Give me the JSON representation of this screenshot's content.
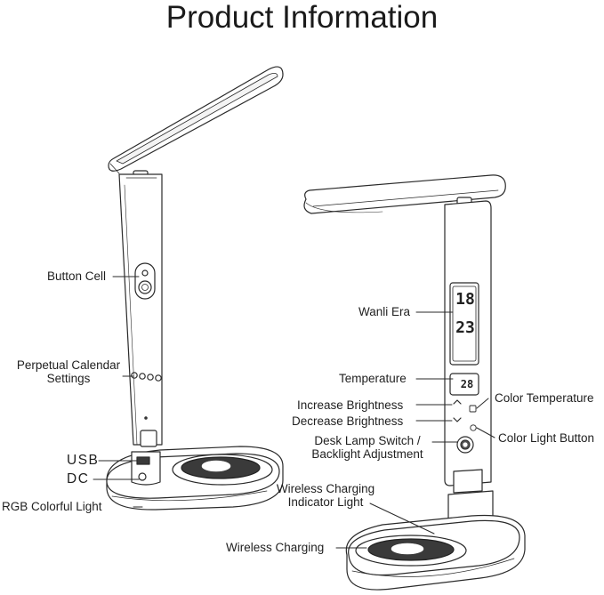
{
  "title": "Product Information",
  "labels": {
    "button_cell": "Button Cell",
    "perpetual_calendar_line1": "Perpetual Calendar",
    "perpetual_calendar_line2": "Settings",
    "usb": "USB",
    "dc": "DC",
    "rgb_colorful_light": "RGB Colorful Light",
    "wanli_era": "Wanli Era",
    "temperature": "Temperature",
    "increase_brightness": "Increase Brightness",
    "decrease_brightness": "Decrease Brightness",
    "desk_lamp_switch_line1": "Desk Lamp Switch /",
    "desk_lamp_switch_line2": "Backlight Adjustment",
    "color_temperature": "Color Temperature",
    "color_light_button": "Color Light Button",
    "wireless_charging_indicator_line1": "Wireless Charging",
    "wireless_charging_indicator_line2": "Indicator Light",
    "wireless_charging": "Wireless Charging"
  },
  "display": {
    "hour": "18",
    "minute": "23",
    "temp": "28"
  },
  "colors": {
    "line": "#2a2a2a",
    "text": "#1f1f1f",
    "background": "#ffffff"
  }
}
